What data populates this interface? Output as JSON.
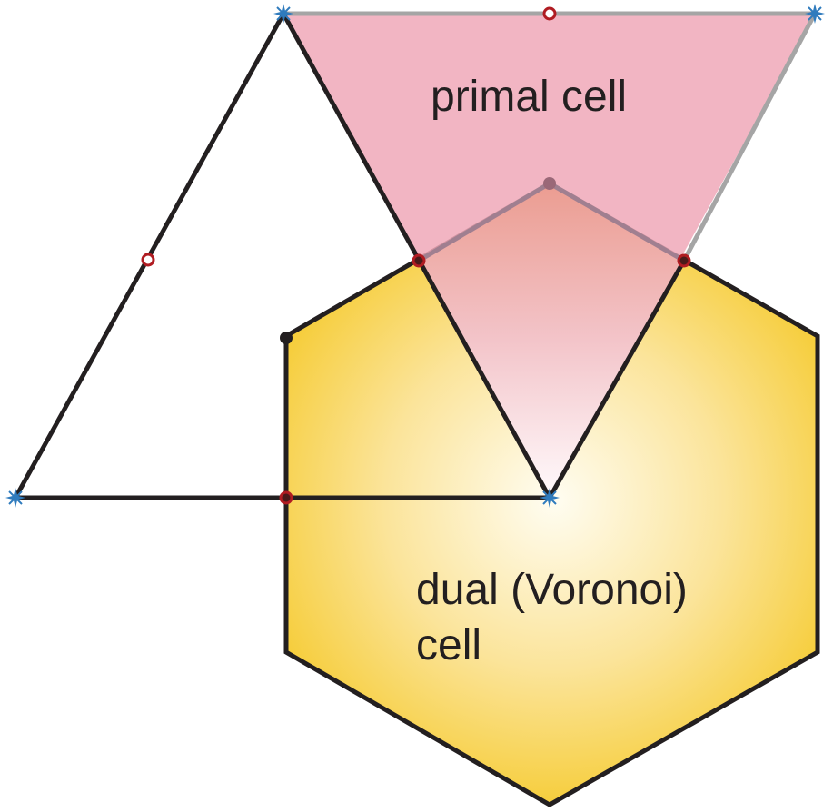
{
  "labels": {
    "primal": "primal cell",
    "dual_line1": "dual (Voronoi)",
    "dual_line2": "cell"
  },
  "colors": {
    "primal_fill": "#f0a8b8",
    "dual_fill_center": "#fffdf2",
    "dual_fill_edge": "#f7cf3c",
    "edge": "#231f20",
    "faint_edge": "#a5a5a5",
    "vertex_star": "#2f7bbd",
    "midpoint_ring": "#b01c22"
  },
  "marker_types": {
    "vertex": "blue star",
    "edge_midpoint": "red ring",
    "cell_center": "dot"
  }
}
